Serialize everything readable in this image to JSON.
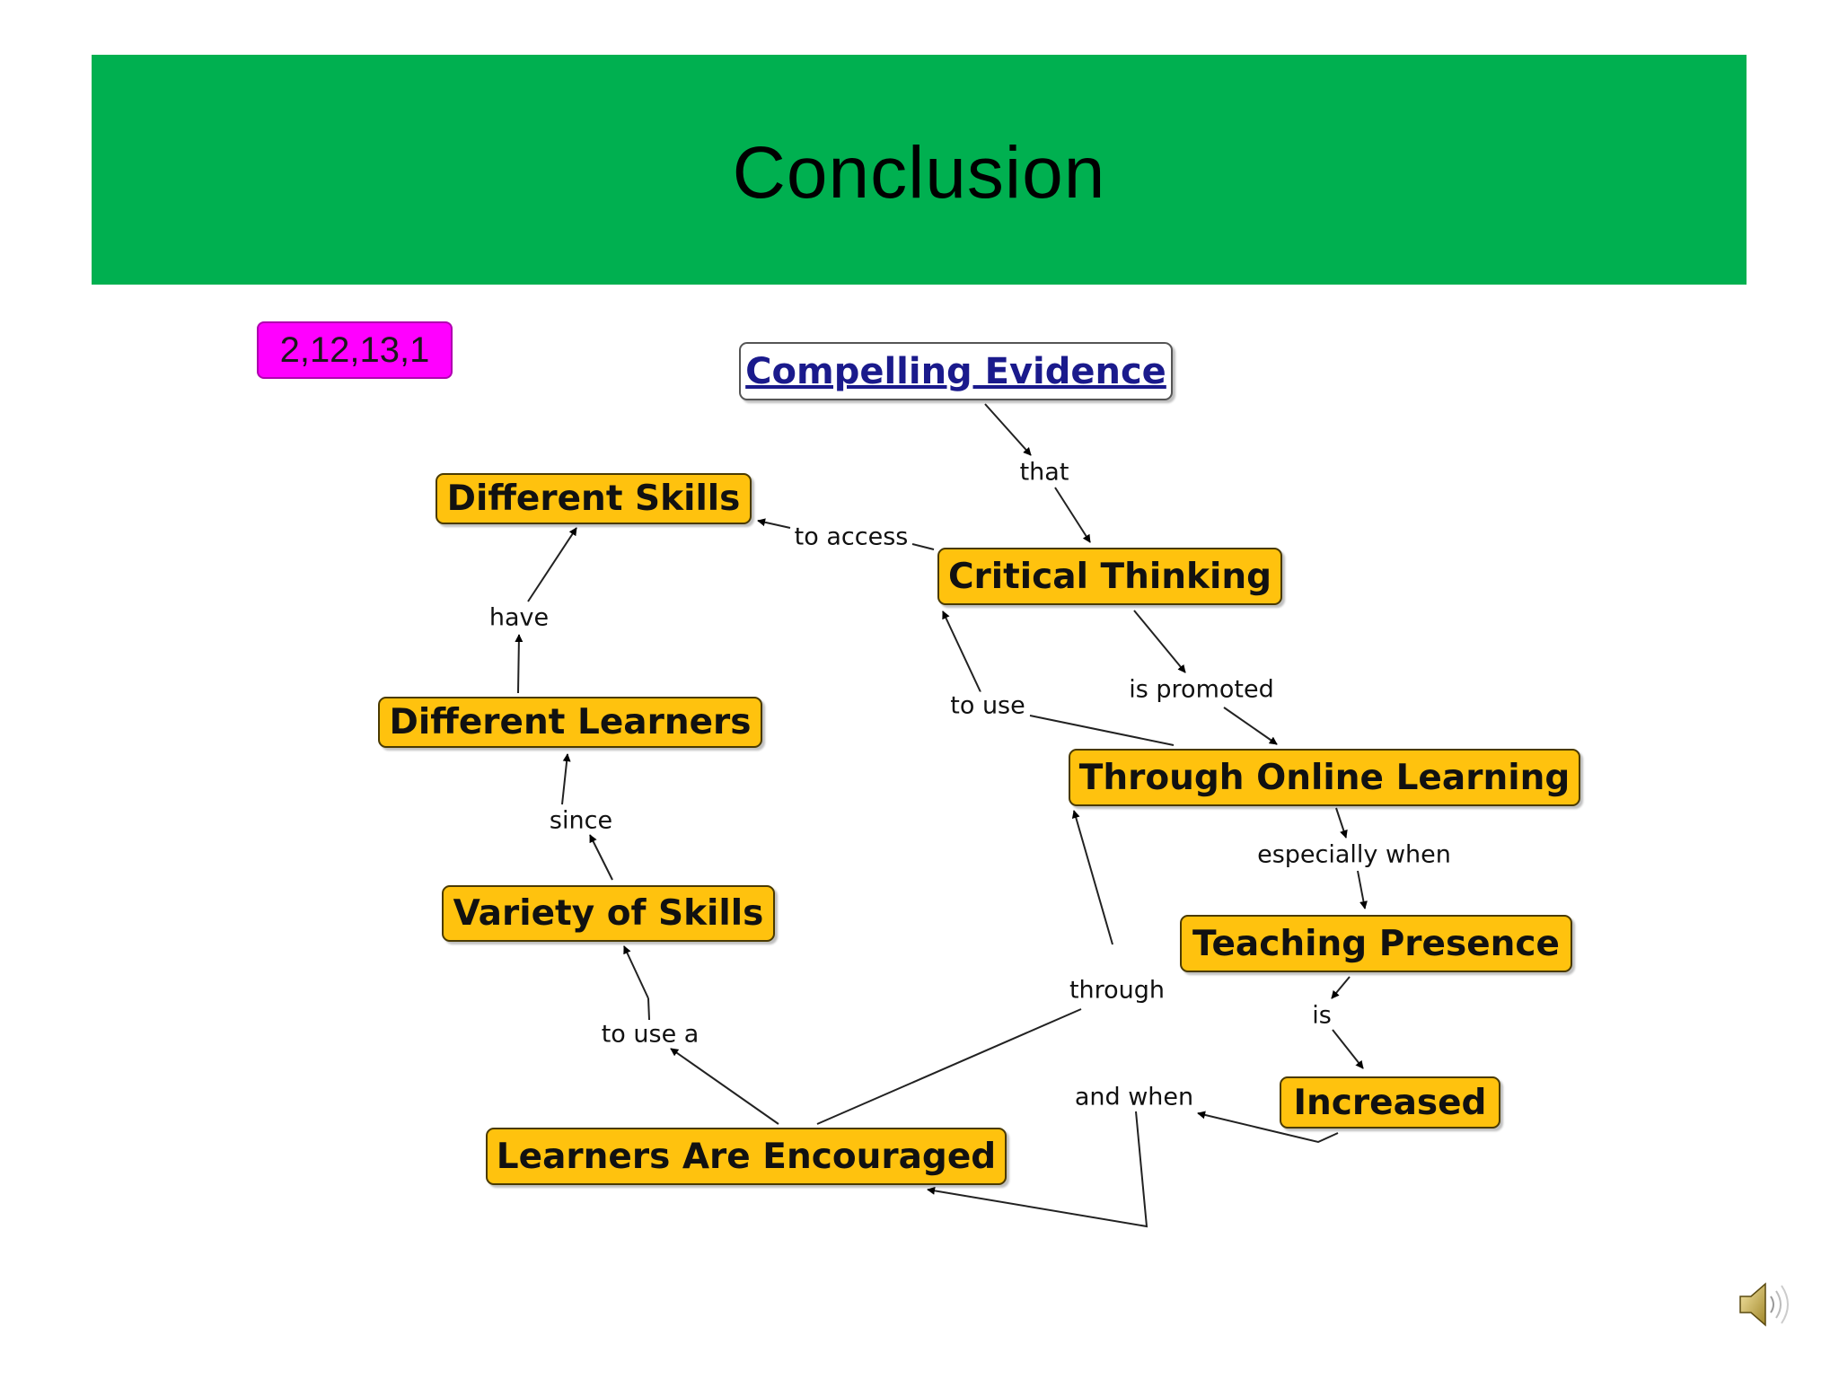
{
  "slide": {
    "title": "Conclusion",
    "ref_tag": "2,12,13,1"
  },
  "concept_map": {
    "nodes": {
      "compelling_evidence": "Compelling Evidence",
      "different_skills": "Different Skills",
      "critical_thinking": "Critical Thinking",
      "different_learners": "Different Learners",
      "through_online_learning": "Through Online Learning",
      "variety_of_skills": "Variety of Skills",
      "teaching_presence": "Teaching Presence",
      "increased": "Increased",
      "learners_are_encouraged": "Learners Are Encouraged"
    },
    "links": {
      "that": "that",
      "to_access": "to access",
      "have": "have",
      "to_use": "to use",
      "is_promoted": "is promoted",
      "since": "since",
      "especially_when": "especially when",
      "through": "through",
      "is": "is",
      "to_use_a": "to use a",
      "and_when": "and when"
    }
  },
  "colors": {
    "title_bar": "#00b050",
    "node_fill": "#ffc20e",
    "ref_tag": "#ff00ff",
    "evidence_text": "#1a1a8c"
  },
  "icons": {
    "audio": "speaker-icon"
  }
}
